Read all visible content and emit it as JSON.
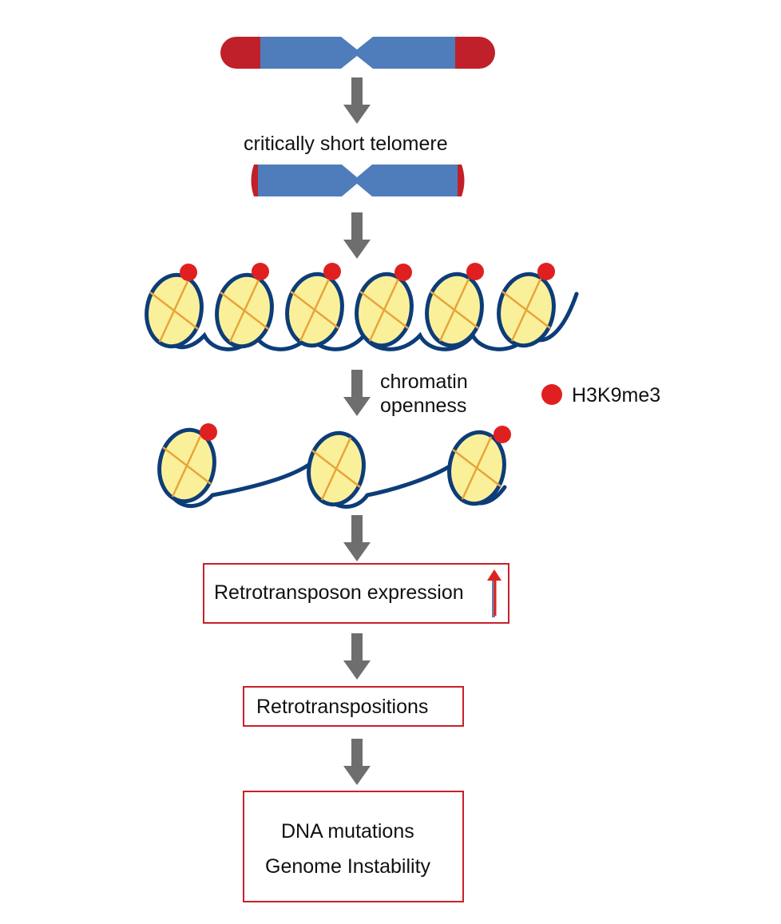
{
  "labels": {
    "short_telomere": "critically short telomere",
    "chromatin_1": "chromatin",
    "chromatin_2": "openness",
    "legend_mark": "H3K9me3"
  },
  "boxes": {
    "expression": "Retrotransposon expression",
    "retrotranspositions": "Retrotranspositions",
    "outcome_1": "DNA mutations",
    "outcome_2": "Genome Instability"
  },
  "colors": {
    "chromosome_arm": "#4f7dbb",
    "telomere": "#c0202a",
    "arrow": "#6e6e6e",
    "dna": "#0d3d78",
    "nucleosome_fill": "#fbf09a",
    "nucleosome_cross": "#e8a43a",
    "h3k9me3": "#e02020",
    "box_border": "#c8212a"
  }
}
